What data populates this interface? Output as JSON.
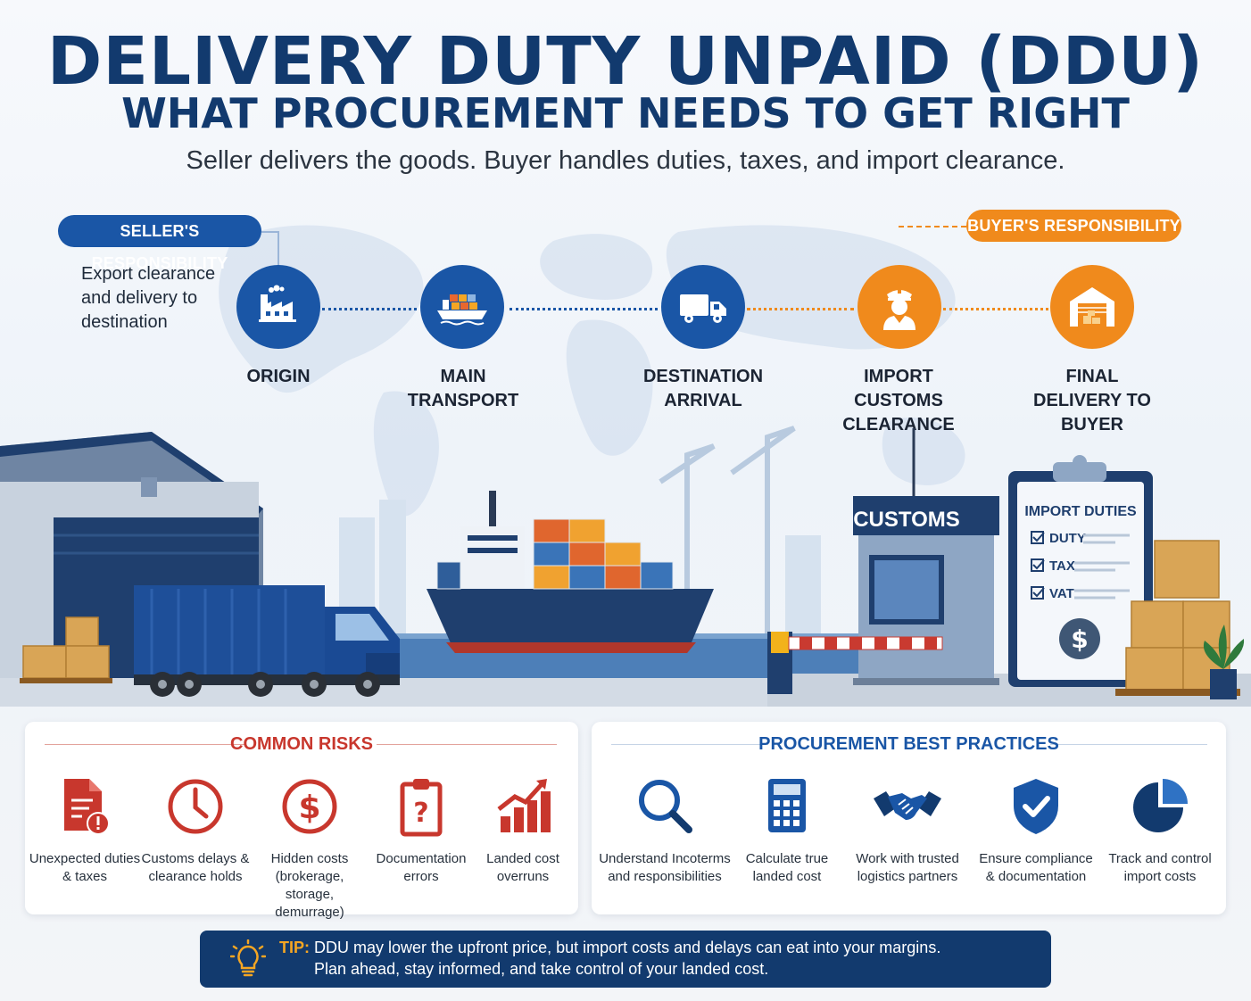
{
  "header": {
    "title": "DELIVERY DUTY UNPAID (DDU)",
    "subtitle": "WHAT PROCUREMENT NEEDS TO GET RIGHT",
    "tagline": "Seller delivers the goods. Buyer handles duties, taxes, and import clearance."
  },
  "responsibility": {
    "seller_label": "SELLER'S RESPONSIBILITY",
    "seller_note": "Export clearance and delivery to destination",
    "buyer_label": "BUYER'S RESPONSIBILITY"
  },
  "timeline": {
    "steps": [
      {
        "label": "ORIGIN",
        "icon": "factory-icon",
        "owner": "seller"
      },
      {
        "label": "MAIN TRANSPORT",
        "icon": "cargo-ship-icon",
        "owner": "seller"
      },
      {
        "label": "DESTINATION ARRIVAL",
        "icon": "truck-icon",
        "owner": "seller"
      },
      {
        "label": "IMPORT CUSTOMS CLEARANCE",
        "icon": "customs-officer-icon",
        "owner": "buyer"
      },
      {
        "label": "FINAL DELIVERY TO BUYER",
        "icon": "warehouse-icon",
        "owner": "buyer"
      }
    ]
  },
  "scene": {
    "customs_sign": "CUSTOMS",
    "clipboard_title": "IMPORT DUTIES",
    "clipboard_items": [
      "DUTY",
      "TAX",
      "VAT"
    ]
  },
  "risks": {
    "title": "COMMON RISKS",
    "items": [
      {
        "label": "Unexpected duties & taxes",
        "icon": "document-warning-icon"
      },
      {
        "label": "Customs delays & clearance holds",
        "icon": "clock-icon"
      },
      {
        "label": "Hidden costs (brokerage, storage, demurrage)",
        "icon": "dollar-coin-icon"
      },
      {
        "label": "Documentation errors",
        "icon": "clipboard-question-icon"
      },
      {
        "label": "Landed cost overruns",
        "icon": "rising-chart-icon"
      }
    ]
  },
  "practices": {
    "title": "PROCUREMENT BEST PRACTICES",
    "items": [
      {
        "label": "Understand Incoterms and responsibilities",
        "icon": "magnifier-icon"
      },
      {
        "label": "Calculate true landed cost",
        "icon": "calculator-icon"
      },
      {
        "label": "Work with trusted logistics partners",
        "icon": "handshake-icon"
      },
      {
        "label": "Ensure compliance & documentation",
        "icon": "shield-check-icon"
      },
      {
        "label": "Track and control import costs",
        "icon": "pie-chart-icon"
      }
    ]
  },
  "tip": {
    "label": "TIP:",
    "line1": "DDU may lower the upfront price, but import costs and delays can eat into your margins.",
    "line2": "Plan ahead, stay informed, and take control of your landed cost."
  },
  "colors": {
    "navy": "#123a6e",
    "blue": "#1a56a6",
    "orange": "#f08a1c",
    "risk_red": "#c8372d"
  }
}
